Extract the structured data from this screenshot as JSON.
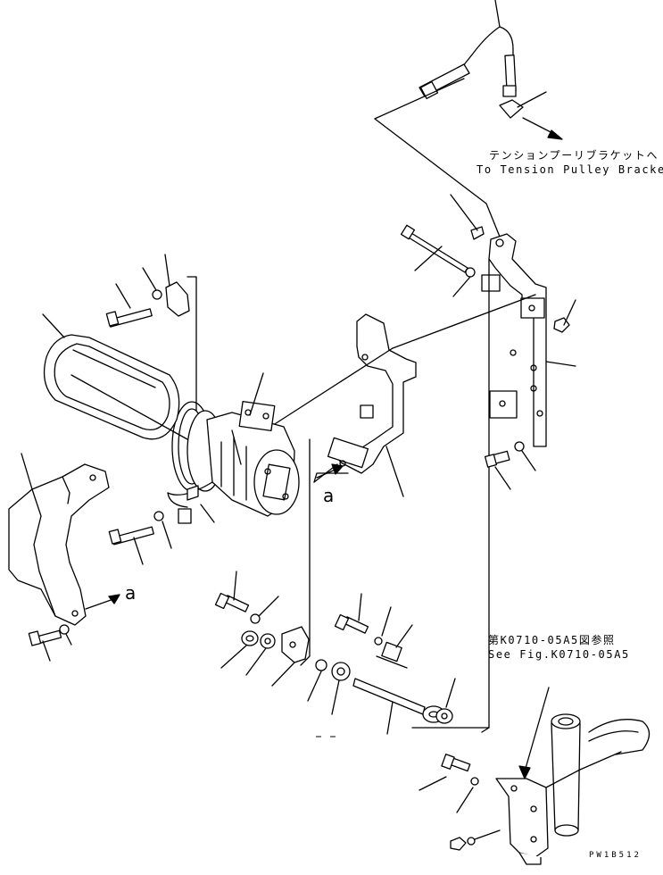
{
  "notes": {
    "tension_jp": "テンションプーリブラケットへ",
    "tension_en": "To Tension Pulley Bracket",
    "see_fig_jp": "第K0710-05A5図参照",
    "see_fig_en": "See Fig.K0710-05A5"
  },
  "markers": {
    "a_upper": "a",
    "a_lower": "a"
  },
  "figure_number": "PW1B512"
}
